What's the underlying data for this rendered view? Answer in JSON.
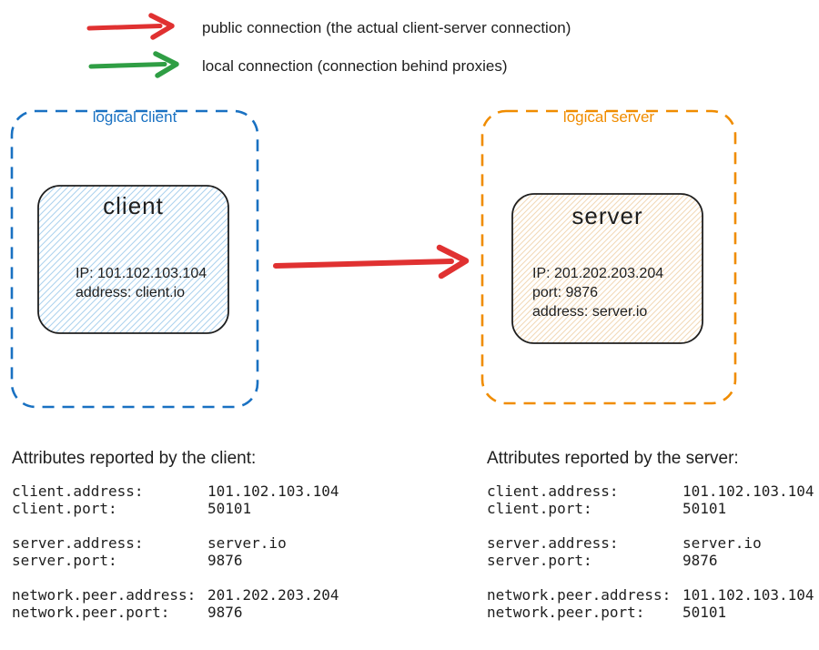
{
  "colors": {
    "public_connection": "#e03131",
    "local_connection": "#2f9e44",
    "logical_client_border": "#1971c2",
    "logical_server_border": "#f08c00",
    "node_border": "#1e1e1e",
    "client_hatch": "#aed3ee",
    "server_hatch": "#f2d9b8",
    "text": "#1e1e1e"
  },
  "legend": {
    "public": {
      "icon": "red-arrow",
      "label": "public connection (the actual client-server connection)"
    },
    "local": {
      "icon": "green-arrow",
      "label": "local connection (connection behind proxies)"
    }
  },
  "diagram": {
    "logical_client": {
      "label": "logical client",
      "node": {
        "title": "client",
        "lines": [
          "IP: 101.102.103.104",
          "address: client.io"
        ]
      }
    },
    "logical_server": {
      "label": "logical server",
      "node": {
        "title": "server",
        "lines": [
          "IP: 201.202.203.204",
          "port: 9876",
          "address: server.io"
        ]
      }
    }
  },
  "attributes": {
    "client": {
      "title": "Attributes reported by the client:",
      "groups": [
        {
          "rows": [
            {
              "key": "client.address:",
              "value": "101.102.103.104"
            },
            {
              "key": "client.port:",
              "value": "50101"
            }
          ]
        },
        {
          "rows": [
            {
              "key": "server.address:",
              "value": "server.io"
            },
            {
              "key": "server.port:",
              "value": "9876"
            }
          ]
        },
        {
          "rows": [
            {
              "key": "network.peer.address:",
              "value": "201.202.203.204"
            },
            {
              "key": "network.peer.port:",
              "value": "9876"
            }
          ]
        }
      ]
    },
    "server": {
      "title": "Attributes reported by the server:",
      "groups": [
        {
          "rows": [
            {
              "key": "client.address:",
              "value": "101.102.103.104"
            },
            {
              "key": "client.port:",
              "value": "50101"
            }
          ]
        },
        {
          "rows": [
            {
              "key": "server.address:",
              "value": "server.io"
            },
            {
              "key": "server.port:",
              "value": "9876"
            }
          ]
        },
        {
          "rows": [
            {
              "key": "network.peer.address:",
              "value": "101.102.103.104"
            },
            {
              "key": "network.peer.port:",
              "value": "50101"
            }
          ]
        }
      ]
    }
  }
}
